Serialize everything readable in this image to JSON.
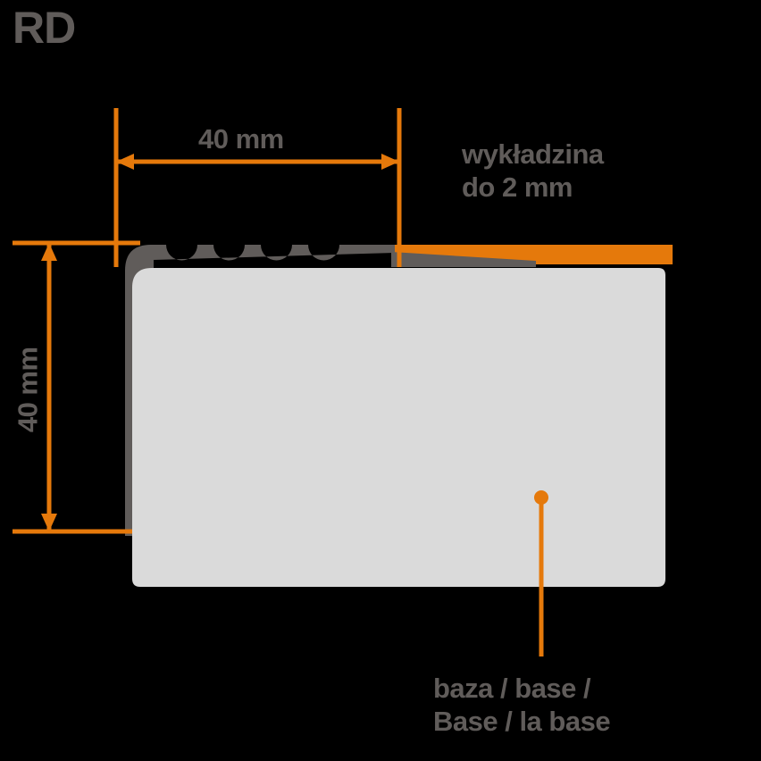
{
  "diagram": {
    "title": "RD",
    "background_color": "#000000",
    "colors": {
      "accent_orange": "#E5790B",
      "text_gray": "#605C5A",
      "profile_dark_gray": "#605C5A",
      "base_light_gray": "#DADADA"
    },
    "dimensions": {
      "top_label": "40 mm",
      "left_label": "40 mm"
    },
    "callouts": {
      "carpet_line_1": "wykładzina",
      "carpet_line_2": "do 2 mm",
      "base_line_1": "baza / base /",
      "base_line_2": "Base / la base"
    }
  },
  "chart_data": {
    "type": "diagram",
    "title": "RD",
    "subject": "Stair nosing profile cross-section",
    "annotations": [
      {
        "label": "40 mm",
        "axis": "horizontal",
        "value": 40,
        "unit": "mm"
      },
      {
        "label": "40 mm",
        "axis": "vertical",
        "value": 40,
        "unit": "mm"
      },
      {
        "label": "wykładzina do 2 mm",
        "value": 2,
        "unit": "mm",
        "target": "carpet-layer"
      },
      {
        "label": "baza / base / Base / la base",
        "target": "base-body"
      }
    ],
    "parts": [
      {
        "name": "profile-shell",
        "color": "#605C5A",
        "feature": "scalloped top, 4 semicircular notches"
      },
      {
        "name": "base-body",
        "color": "#DADADA"
      },
      {
        "name": "carpet-layer",
        "color": "#E5790B",
        "thickness_mm": 2
      }
    ]
  }
}
